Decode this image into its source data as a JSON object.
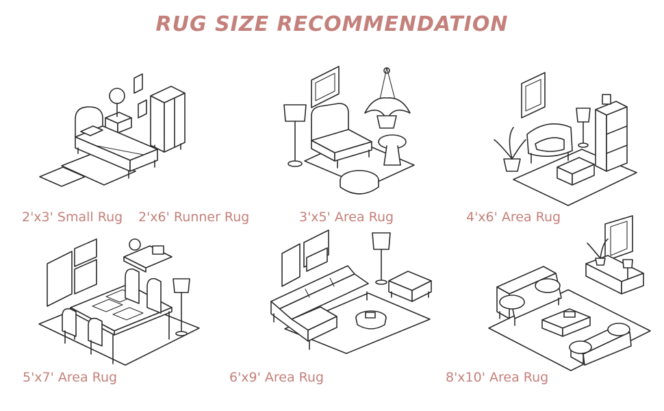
{
  "title": "RUG SIZE RECOMMENDATION",
  "colors": {
    "accent": "#c4807a",
    "line": "#2a2a2a",
    "background": "#ffffff"
  },
  "rooms": [
    {
      "icon": "bedroom-icon",
      "labels": [
        "2'x3' Small Rug",
        "2'x6' Runner Rug"
      ]
    },
    {
      "icon": "lounge-corner-icon",
      "labels": [
        "3'x5' Area Rug"
      ]
    },
    {
      "icon": "reading-nook-icon",
      "labels": [
        "4'x6' Area Rug"
      ]
    },
    {
      "icon": "dining-room-icon",
      "labels": [
        "5'x7' Area Rug"
      ]
    },
    {
      "icon": "sectional-living-room-icon",
      "labels": [
        "6'x9' Area Rug"
      ]
    },
    {
      "icon": "living-room-icon",
      "labels": [
        "8'x10' Area Rug"
      ]
    }
  ]
}
